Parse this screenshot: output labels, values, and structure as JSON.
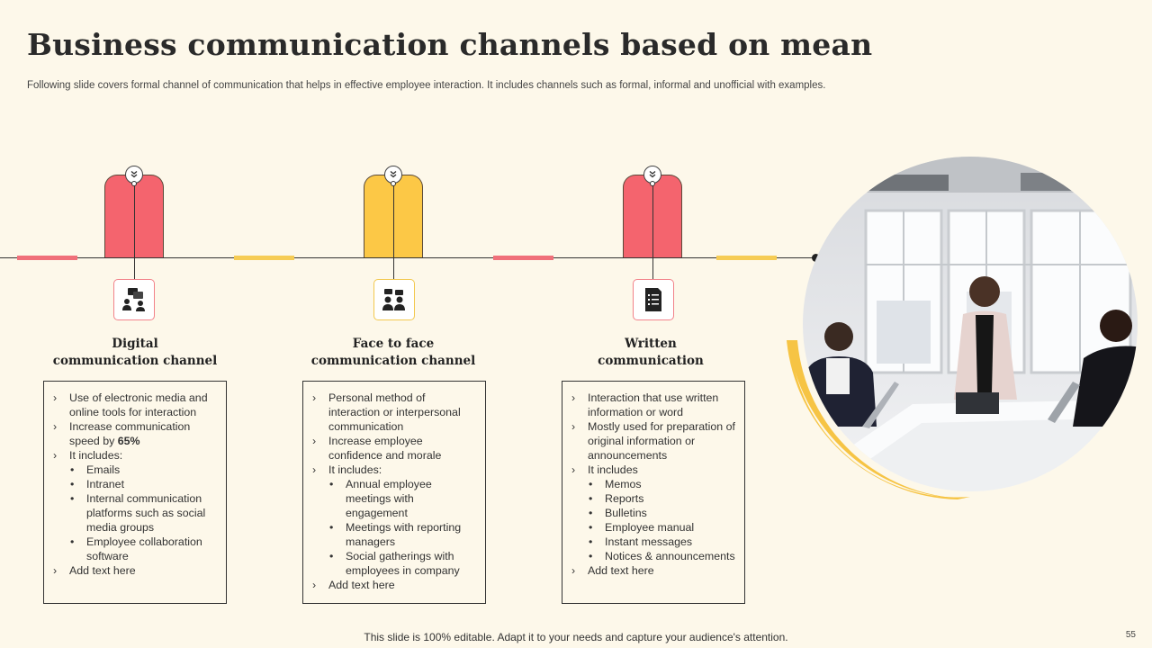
{
  "title": "Business communication channels based on mean",
  "subtitle": "Following slide covers formal channel of communication that helps in effective employee interaction. It includes channels such as formal, informal and unofficial with examples.",
  "colors": {
    "red": "#f4646e",
    "yellow": "#fcc846",
    "background": "#fdf8ea"
  },
  "channels": [
    {
      "heading_line1": "Digital",
      "heading_line2": "communication channel",
      "icon": "digital-communication-icon",
      "items": [
        "Use of electronic media and online tools for interaction",
        "Increase communication speed by",
        "65%",
        "It includes:"
      ],
      "subitems": [
        "Emails",
        "Intranet",
        "Internal communication platforms such as social media groups",
        "Employee collaboration software"
      ],
      "add_text": "Add text here"
    },
    {
      "heading_line1": "Face to face",
      "heading_line2": "communication channel",
      "icon": "face-to-face-icon",
      "items": [
        "Personal method of interaction or interpersonal communication",
        "Increase employee confidence and morale",
        "It includes:"
      ],
      "subitems": [
        "Annual employee meetings with engagement",
        "Meetings with reporting managers",
        "Social gatherings with employees in company"
      ],
      "add_text": "Add text here"
    },
    {
      "heading_line1": "Written",
      "heading_line2": "communication",
      "icon": "written-document-icon",
      "items": [
        "Interaction that use written information or word",
        "Mostly used for preparation of original information or announcements",
        "It includes"
      ],
      "subitems": [
        "Memos",
        "Reports",
        "Bulletins",
        "Employee manual",
        "Instant messages",
        "Notices & announcements"
      ],
      "add_text": "Add text here"
    }
  ],
  "footer": "This slide is 100% editable. Adapt it to your needs and capture your audience's attention.",
  "page_number": "55"
}
